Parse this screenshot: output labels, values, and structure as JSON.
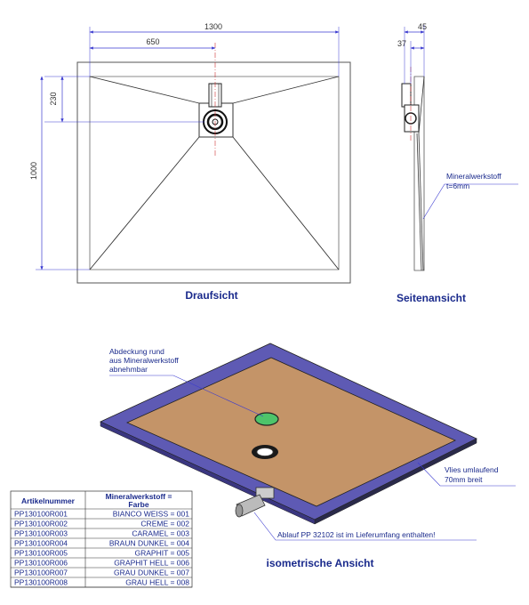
{
  "dimensions": {
    "width_total": "1300",
    "width_half": "650",
    "drain_offset": "230",
    "height_total": "1000",
    "side_total": "45",
    "side_inner": "37"
  },
  "titles": {
    "top_view": "Draufsicht",
    "side_view": "Seitenansicht",
    "iso_view": "isometrische Ansicht"
  },
  "notes": {
    "material_line1": "Mineralwerkstoff",
    "material_line2": "t=6mm",
    "cover_line1": "Abdeckung rund",
    "cover_line2": "aus Mineralwerkstoff",
    "cover_line3": "abnehmbar",
    "fleece_line1": "Vlies umlaufend",
    "fleece_line2": "70mm breit",
    "drain": "Ablauf PP 32102 ist im Lieferumfang enthalten!"
  },
  "table": {
    "headers": [
      "Artikelnummer",
      "Mineralwerkstoff =",
      "Farbe"
    ],
    "rows": [
      [
        "PP130100R001",
        "BIANCO WEISS = 001"
      ],
      [
        "PP130100R002",
        "CREME = 002"
      ],
      [
        "PP130100R003",
        "CARAMEL = 003"
      ],
      [
        "PP130100R004",
        "BRAUN DUNKEL = 004"
      ],
      [
        "PP130100R005",
        "GRAPHIT = 005"
      ],
      [
        "PP130100R006",
        "GRAPHIT HELL = 006"
      ],
      [
        "PP130100R007",
        "GRAU DUNKEL = 007"
      ],
      [
        "PP130100R008",
        "GRAU HELL = 008"
      ]
    ]
  },
  "colors": {
    "dimension_line": "#3a3ad0",
    "title_text": "#1a2a8c",
    "tray_fill": "#c49468",
    "fleece_fill": "#5e5ab4",
    "cover_fill": "#4ec46a"
  }
}
